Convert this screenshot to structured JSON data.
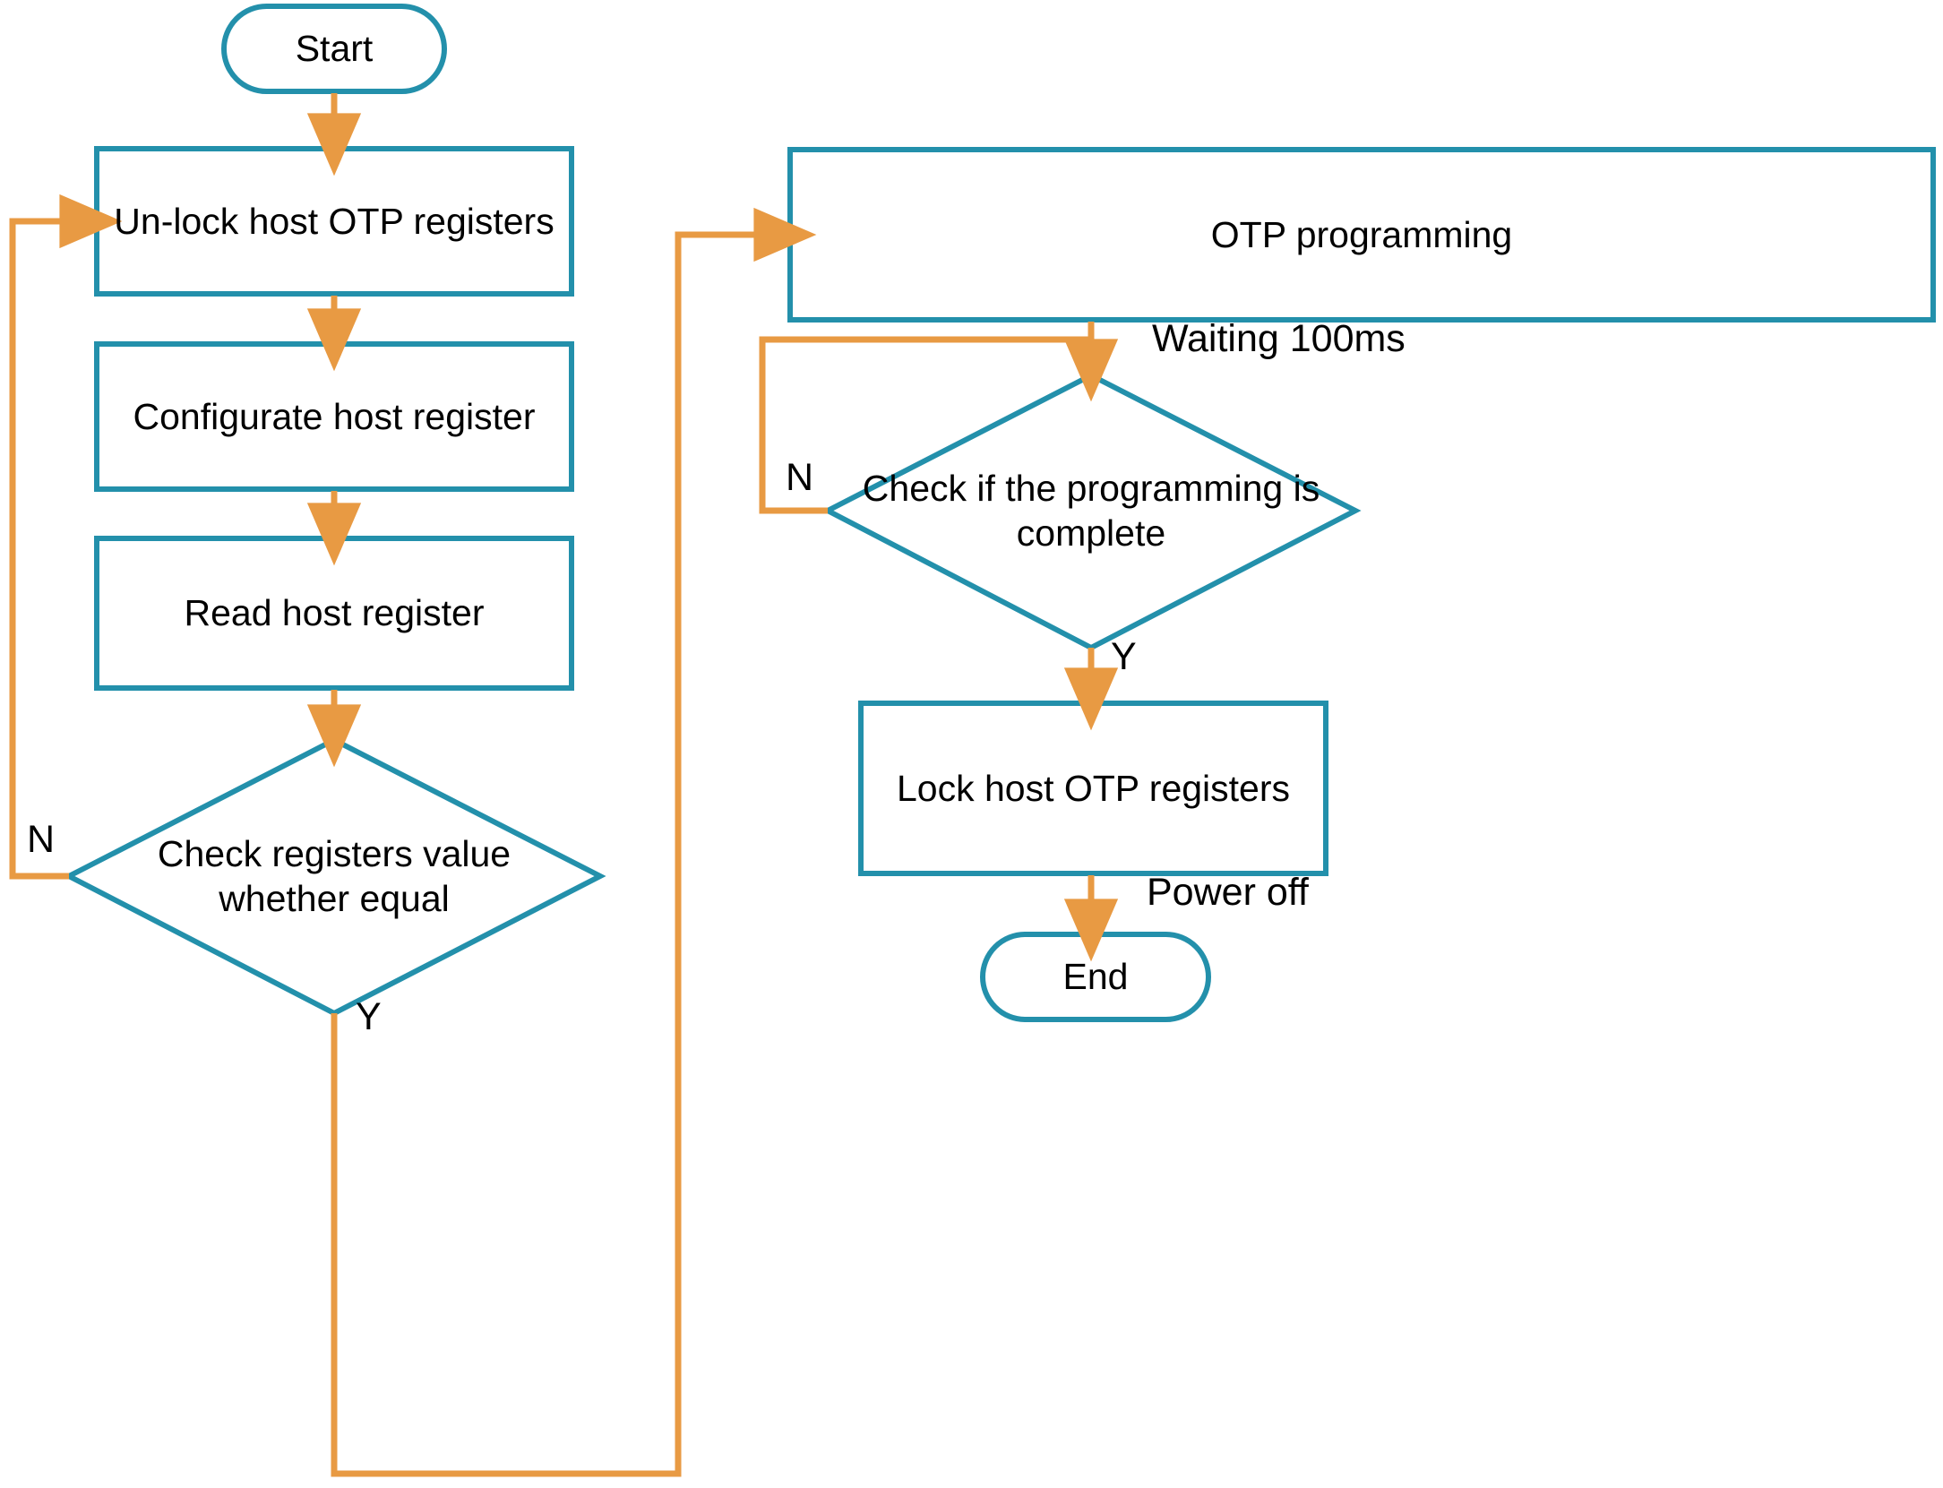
{
  "diagram": {
    "title": "Host OTP programming flowchart",
    "colors": {
      "node_stroke": "#2390ab",
      "edge_stroke": "#e89a43",
      "node_fill": "#ffffff",
      "text": "#000000",
      "background": "#ffffff"
    },
    "nodes": [
      {
        "id": "start",
        "shape": "terminator",
        "label": "Start"
      },
      {
        "id": "unlock",
        "shape": "process",
        "label": "Un-lock host OTP registers"
      },
      {
        "id": "configure",
        "shape": "process",
        "label": "Configurate host register"
      },
      {
        "id": "read",
        "shape": "process",
        "label": "Read host register"
      },
      {
        "id": "check_equal",
        "shape": "decision",
        "label": "Check registers value\nwhether equal"
      },
      {
        "id": "program",
        "shape": "process",
        "label": "OTP programming"
      },
      {
        "id": "check_done",
        "shape": "decision",
        "label": "Check if the programming is\ncomplete"
      },
      {
        "id": "lock",
        "shape": "process",
        "label": "Lock host OTP registers"
      },
      {
        "id": "end",
        "shape": "terminator",
        "label": "End"
      }
    ],
    "edge_labels": [
      {
        "id": "check_equal_no",
        "text": "N"
      },
      {
        "id": "check_equal_yes",
        "text": "Y"
      },
      {
        "id": "waiting",
        "text": "Waiting 100ms"
      },
      {
        "id": "check_done_no",
        "text": "N"
      },
      {
        "id": "check_done_yes",
        "text": "Y"
      },
      {
        "id": "power_off",
        "text": "Power off"
      }
    ],
    "edges": [
      {
        "from": "start",
        "to": "unlock",
        "label": ""
      },
      {
        "from": "unlock",
        "to": "configure",
        "label": ""
      },
      {
        "from": "configure",
        "to": "read",
        "label": ""
      },
      {
        "from": "read",
        "to": "check_equal",
        "label": ""
      },
      {
        "from": "check_equal",
        "to": "unlock",
        "label": "N"
      },
      {
        "from": "check_equal",
        "to": "program",
        "label": "Y"
      },
      {
        "from": "program",
        "to": "check_done",
        "label": "Waiting 100ms"
      },
      {
        "from": "check_done",
        "to": "check_done",
        "label": "N"
      },
      {
        "from": "check_done",
        "to": "lock",
        "label": "Y"
      },
      {
        "from": "lock",
        "to": "end",
        "label": "Power off"
      }
    ]
  }
}
